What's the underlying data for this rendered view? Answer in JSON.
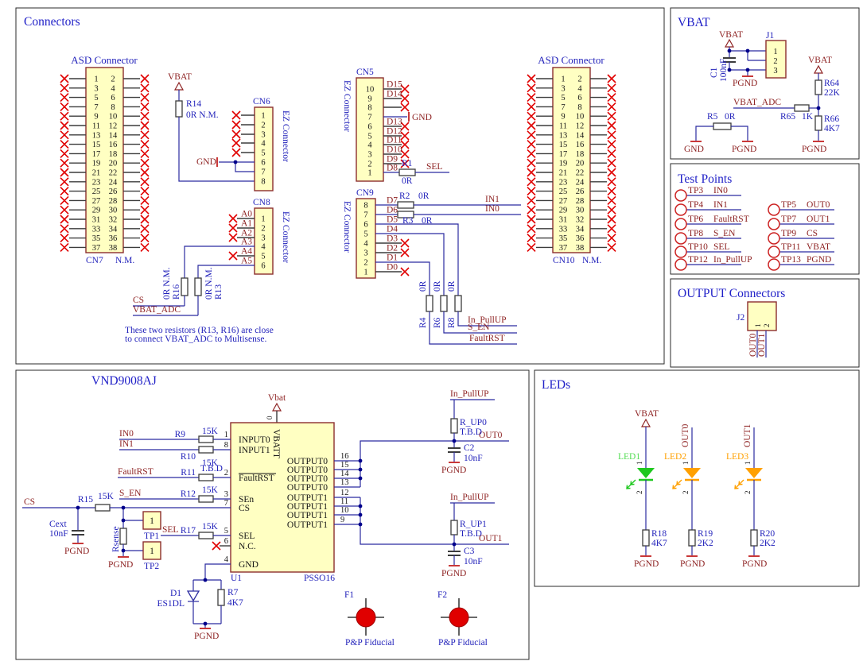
{
  "colors": {
    "wire": "#2B2BA0",
    "net_label": "#8E2323",
    "ref_label": "#2323BB",
    "title": "#2121C8",
    "part_fill": "#FFFFC2",
    "part_border": "#8B2E2E",
    "no_connect": "#E00000",
    "junction": "#00008B",
    "led_green": "#1EC81E",
    "led_green_label": "#55DD55",
    "led_orange": "#FFA000",
    "fiducial": "#E00000",
    "ground_symbol": "#C32222"
  },
  "sections": {
    "connectors": "Connectors",
    "vbat": "VBAT",
    "test_points": "Test Points",
    "output_connectors": "OUTPUT Connectors",
    "vnd": "VND9008AJ",
    "leds": "LEDs"
  },
  "asd": {
    "heading": "ASD Connector",
    "pins": [
      "1",
      "2",
      "3",
      "4",
      "5",
      "6",
      "7",
      "8",
      "9",
      "10",
      "11",
      "12",
      "13",
      "14",
      "15",
      "16",
      "17",
      "18",
      "19",
      "20",
      "21",
      "22",
      "23",
      "24",
      "25",
      "26",
      "27",
      "28",
      "29",
      "30",
      "31",
      "32",
      "33",
      "34",
      "35",
      "36",
      "37",
      "38"
    ],
    "connectors": [
      {
        "ref": "CN7",
        "note": "N.M."
      },
      {
        "ref": "CN10",
        "note": "N.M."
      }
    ]
  },
  "r14": {
    "ref": "R14",
    "value": "0R N.M.",
    "net": "VBAT"
  },
  "cn6": {
    "ref": "CN6",
    "type_label": "EZ Connector",
    "pins": [
      "1",
      "2",
      "3",
      "4",
      "5",
      "6",
      "7",
      "8"
    ],
    "gnd": "GND"
  },
  "cn8": {
    "ref": "CN8",
    "type_label": "EZ Connector",
    "pins": [
      "1",
      "2",
      "3",
      "4",
      "5",
      "6"
    ],
    "signals": [
      "A0",
      "A1",
      "A2",
      "A3",
      "A4",
      "A5"
    ]
  },
  "r16": {
    "ref": "R16",
    "value": "0R N.M.",
    "net": "CS"
  },
  "r13": {
    "ref": "R13",
    "value": "0R N.M.",
    "net": "VBAT_ADC"
  },
  "note": [
    "These two resistors (R13, R16) are close",
    "to connect VBAT_ADC to Multisense."
  ],
  "cn5": {
    "ref": "CN5",
    "type_label": "EZ Connector",
    "pins": [
      "10",
      "9",
      "8",
      "7",
      "6",
      "5",
      "4",
      "3",
      "2",
      "1"
    ],
    "signals": [
      "D15",
      "D14",
      "",
      "GND",
      "D13",
      "D12",
      "D11",
      "D10",
      "D9",
      "D8"
    ]
  },
  "r1": {
    "ref": "R1",
    "value": "0R",
    "net": "SEL"
  },
  "cn9": {
    "ref": "CN9",
    "type_label": "EZ Connector",
    "pins": [
      "8",
      "7",
      "6",
      "5",
      "4",
      "3",
      "2",
      "1"
    ],
    "signals": [
      "D7",
      "D6",
      "D5",
      "D4",
      "D3",
      "D2",
      "D1",
      "D0"
    ]
  },
  "r2": {
    "ref": "R2",
    "value": "0R",
    "net": "IN1"
  },
  "r3": {
    "ref": "R3",
    "value": "0R",
    "net": "IN0"
  },
  "pull_resistors": [
    {
      "ref": "R4",
      "value": "0R",
      "net": "FaultRST"
    },
    {
      "ref": "R6",
      "value": "0R",
      "net": "S_EN"
    },
    {
      "ref": "R8",
      "value": "0R",
      "net": "In_PullUP"
    }
  ],
  "vbat_sec": {
    "vbat": "VBAT",
    "pgnd": "PGND",
    "gnd": "GND",
    "c1": {
      "ref": "C1",
      "value": "100nF"
    },
    "j1": {
      "ref": "J1",
      "pins": [
        "1",
        "2",
        "3"
      ]
    },
    "r5": {
      "ref": "R5",
      "value": "0R"
    },
    "vbat_adc": "VBAT_ADC",
    "r64": {
      "ref": "R64",
      "value": "22K"
    },
    "r65": {
      "ref": "R65",
      "value": "1K"
    },
    "r66": {
      "ref": "R66",
      "value": "4K7"
    }
  },
  "test_points": {
    "left": [
      {
        "ref": "TP3",
        "net": "IN0"
      },
      {
        "ref": "TP4",
        "net": "IN1"
      },
      {
        "ref": "TP6",
        "net": "FaultRST"
      },
      {
        "ref": "TP8",
        "net": "S_EN"
      },
      {
        "ref": "TP10",
        "net": "SEL"
      },
      {
        "ref": "TP12",
        "net": "In_PullUP"
      }
    ],
    "right": [
      {
        "ref": "TP5",
        "net": "OUT0"
      },
      {
        "ref": "TP7",
        "net": "OUT1"
      },
      {
        "ref": "TP9",
        "net": "CS"
      },
      {
        "ref": "TP11",
        "net": "VBAT"
      },
      {
        "ref": "TP13",
        "net": "PGND"
      }
    ]
  },
  "output_sec": {
    "j2": {
      "ref": "J2",
      "pins": [
        "1",
        "2"
      ],
      "nets": [
        "OUT0",
        "OUT1"
      ]
    }
  },
  "vnd": {
    "u1": {
      "ref": "U1",
      "package": "PSSO16",
      "power_net": "Vbat",
      "vbatt_pin": "VBATT",
      "vbatt_pin_num": "0"
    },
    "left_pins": [
      {
        "net": "IN0",
        "res_ref": "R9",
        "res_val": "15K",
        "pin": "1",
        "name": "INPUT0"
      },
      {
        "net": "IN1",
        "res_ref": "R10",
        "res_val": "15K",
        "pin": "8",
        "name": "INPUT1"
      },
      {
        "net": "FaultRST",
        "res_ref": "R11",
        "res_val": "T.B.D",
        "pin": "2",
        "name": "FaultRST"
      },
      {
        "net": "S_EN",
        "res_ref": "R12",
        "res_val": "15K",
        "pin": "3",
        "name": "SEn"
      },
      {
        "net": "CS",
        "res_ref": "R15",
        "res_val": "15K",
        "pin": "7",
        "name": "CS"
      },
      {
        "net": "SEL",
        "res_ref": "R17",
        "res_val": "15K",
        "pin": "5",
        "name": "SEL"
      },
      {
        "pin": "6",
        "name": "N.C."
      },
      {
        "pin": "4",
        "name": "GND"
      }
    ],
    "right_pins": [
      {
        "pin": "16",
        "name": "OUTPUT0"
      },
      {
        "pin": "15",
        "name": "OUTPUT0"
      },
      {
        "pin": "14",
        "name": "OUTPUT0"
      },
      {
        "pin": "13",
        "name": "OUTPUT0"
      },
      {
        "pin": "12",
        "name": "OUTPUT1"
      },
      {
        "pin": "11",
        "name": "OUTPUT1"
      },
      {
        "pin": "10",
        "name": "OUTPUT1"
      },
      {
        "pin": "9",
        "name": "OUTPUT1"
      }
    ],
    "cext": {
      "ref": "Cext",
      "value": "10nF"
    },
    "rsense": "Rsense",
    "tp1": {
      "ref": "TP1",
      "pin": "1"
    },
    "tp2": {
      "ref": "TP2",
      "pin": "1"
    },
    "d1": {
      "ref": "D1",
      "value": "ES1DL"
    },
    "r7": {
      "ref": "R7",
      "value": "4K7"
    },
    "out0": {
      "pullup": "In_PullUP",
      "res_ref": "R_UP0",
      "res_val": "T.B.D",
      "net": "OUT0",
      "cap_ref": "C2",
      "cap_val": "10nF",
      "gnd": "PGND"
    },
    "out1": {
      "pullup": "In_PullUP",
      "res_ref": "R_UP1",
      "res_val": "T.B.D",
      "net": "OUT1",
      "cap_ref": "C3",
      "cap_val": "10nF",
      "gnd": "PGND"
    },
    "fiducials": [
      {
        "ref": "F1",
        "label": "P&P Fiducial"
      },
      {
        "ref": "F2",
        "label": "P&P Fiducial"
      }
    ],
    "pgnd": "PGND"
  },
  "leds_section": {
    "items": [
      {
        "ref": "LED1",
        "net": "VBAT",
        "pin1": "1",
        "pin2": "2",
        "res_ref": "R18",
        "res_val": "4K7",
        "gnd": "PGND",
        "color": "#1EC81E",
        "label_color": "#55DD55"
      },
      {
        "ref": "LED2",
        "net": "OUT0",
        "pin1": "1",
        "pin2": "2",
        "res_ref": "R19",
        "res_val": "2K2",
        "gnd": "PGND",
        "color": "#FFA000",
        "label_color": "#FFA000"
      },
      {
        "ref": "LED3",
        "net": "OUT1",
        "pin1": "1",
        "pin2": "2",
        "res_ref": "R20",
        "res_val": "2K2",
        "gnd": "PGND",
        "color": "#FFA000",
        "label_color": "#FFA000"
      }
    ]
  }
}
